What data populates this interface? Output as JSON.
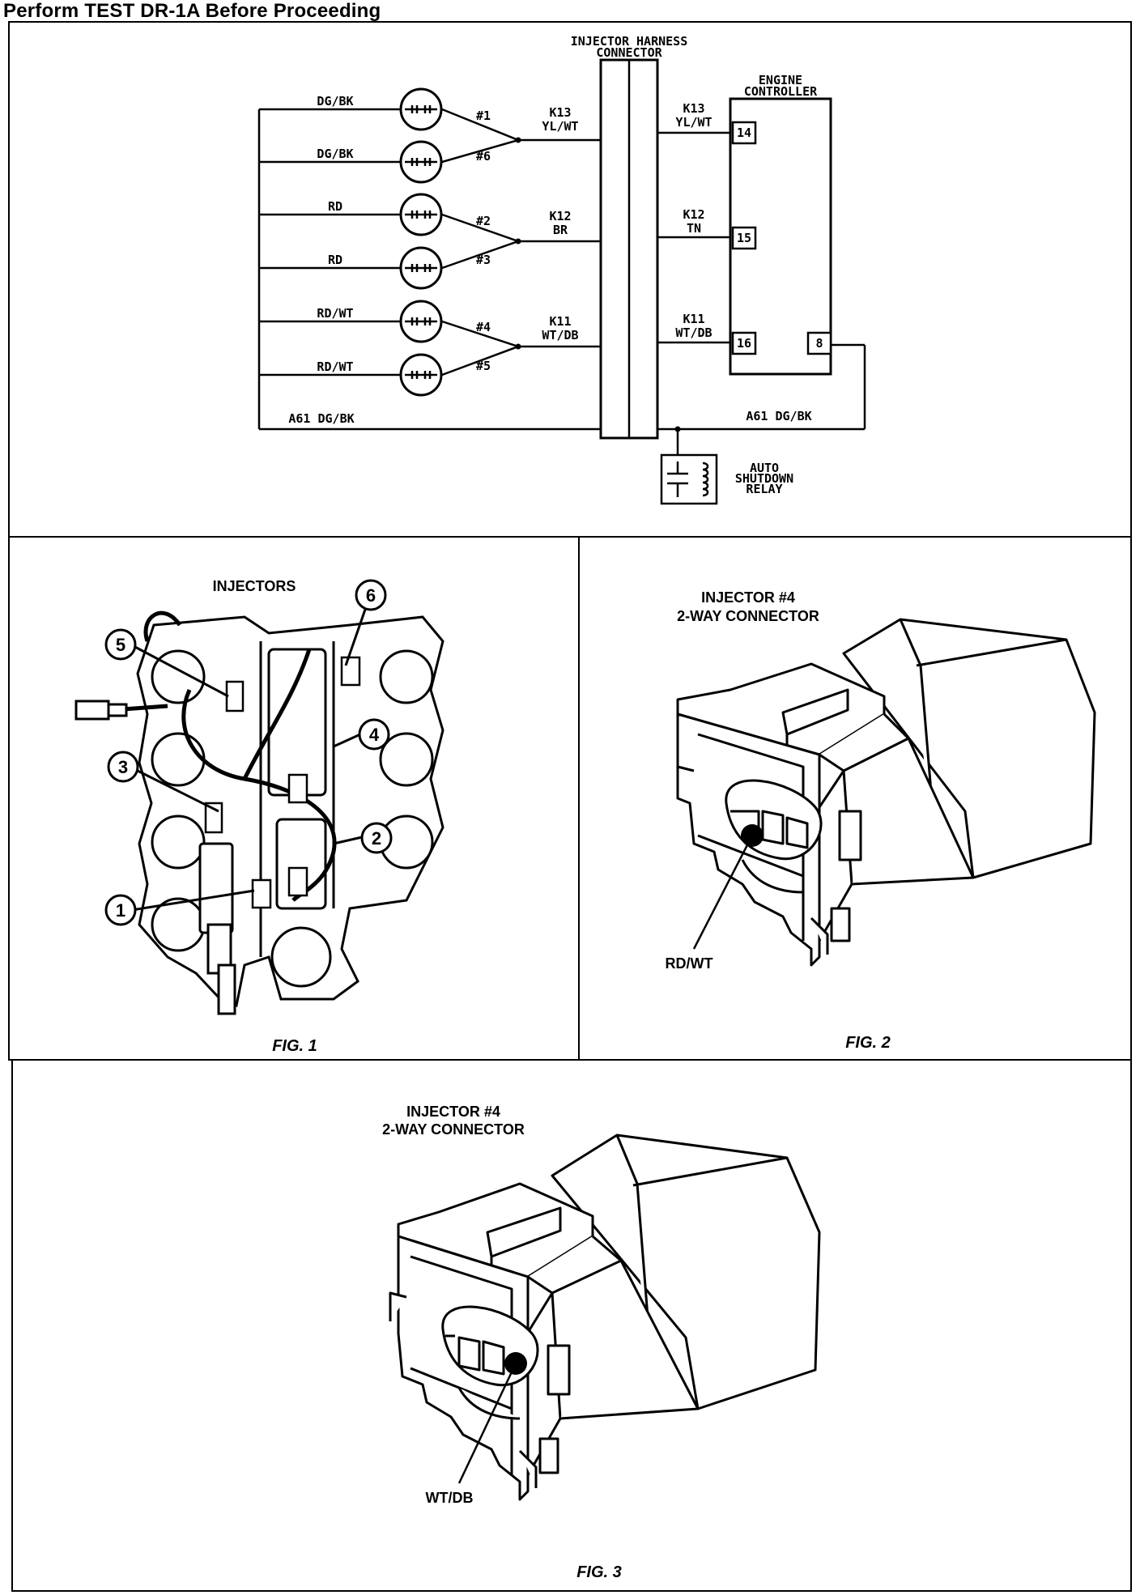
{
  "header": {
    "title": "Perform TEST DR-1A Before Proceeding"
  },
  "schematic": {
    "harness_label": [
      "INJECTOR HARNESS",
      "CONNECTOR"
    ],
    "controller_label": [
      "ENGINE",
      "CONTROLLER"
    ],
    "injector_wires": [
      "DG/BK",
      "DG/BK",
      "RD",
      "RD",
      "RD/WT",
      "RD/WT"
    ],
    "injector_numbers": [
      "#1",
      "#6",
      "#2",
      "#3",
      "#4",
      "#5"
    ],
    "circuits_left": [
      {
        "circuit": "K13",
        "color": "YL/WT"
      },
      {
        "circuit": "K12",
        "color": "BR"
      },
      {
        "circuit": "K11",
        "color": "WT/DB"
      }
    ],
    "circuits_right": [
      {
        "circuit": "K13",
        "color": "YL/WT"
      },
      {
        "circuit": "K12",
        "color": "TN"
      },
      {
        "circuit": "K11",
        "color": "WT/DB"
      }
    ],
    "controller_pins": [
      "14",
      "15",
      "16",
      "8"
    ],
    "common_wire_left": "A61 DG/BK",
    "common_wire_right": "A61 DG/BK",
    "relay_label": [
      "AUTO",
      "SHUTDOWN",
      "RELAY"
    ]
  },
  "fig1": {
    "title": "INJECTORS",
    "callouts": [
      "1",
      "2",
      "3",
      "4",
      "5",
      "6"
    ],
    "caption": "FIG. 1"
  },
  "fig2": {
    "title": [
      "INJECTOR #4",
      "2-WAY CONNECTOR"
    ],
    "pin_label": "RD/WT",
    "caption": "FIG. 2"
  },
  "fig3": {
    "title": [
      "INJECTOR #4",
      "2-WAY CONNECTOR"
    ],
    "pin_label": "WT/DB",
    "caption": "FIG. 3"
  }
}
